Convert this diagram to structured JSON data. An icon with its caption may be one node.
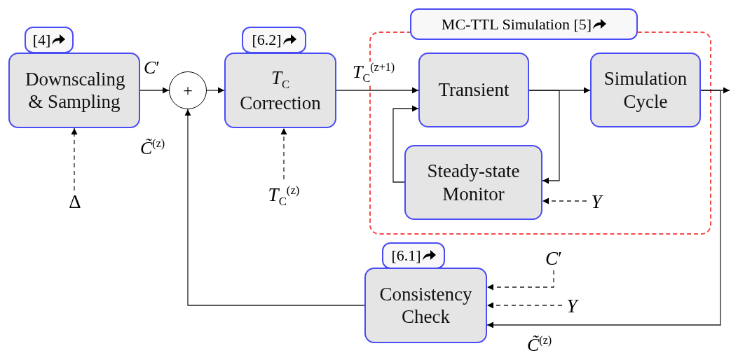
{
  "diagram": {
    "nodes": [
      {
        "text": [
          "[4]",
          "Downscaling & Sampling"
        ]
      },
      {
        "text": [
          "+"
        ]
      },
      {
        "text": [
          "[6.2]",
          "*T*$_{C}$ Correction"
        ]
      },
      {
        "text": [
          "MC-TTL Simulation [5]"
        ]
      },
      {
        "text": [
          "Transient"
        ],
        "in": 3
      },
      {
        "text": [
          "Simulation Cycle"
        ],
        "in": 3
      },
      {
        "text": [
          "Steady-state Monitor"
        ],
        "in": 3
      },
      {
        "text": [
          "[6.1]",
          "Consistency Check"
        ]
      },
      {
        "text": [
          "Δ"
        ]
      },
      {
        "text": [
          "*T*$_{C}$$^{(z)}$"
        ]
      },
      {
        "text": [
          "*Y*"
        ],
        "in": 3
      },
      {
        "text": [
          "*C*′"
        ]
      },
      {
        "text": [
          "*Y*"
        ]
      }
    ],
    "edges": [
      {
        "from": 0,
        "to": 1,
        "arrow": "to",
        "label": "*C*′"
      },
      {
        "from": 1,
        "to": 2,
        "arrow": "to"
      },
      {
        "from": 2,
        "to": 4,
        "arrow": "to",
        "label": "*T*$_{C}$$^{(z+1)}$"
      },
      {
        "from": 4,
        "to": 5,
        "arrow": "to"
      },
      {
        "from": 4,
        "to": 6,
        "arrow": "to"
      },
      {
        "from": 6,
        "to": 4,
        "arrow": "to"
      },
      {
        "from": 5,
        "to": null,
        "arrow": "to"
      },
      {
        "from": 5,
        "to": 7,
        "arrow": "to",
        "label": "*C̃*$^{(z)}$"
      },
      {
        "from": 7,
        "to": 1,
        "arrow": "to",
        "label": "*C̃*$^{(z)}$"
      },
      {
        "from": 8,
        "to": 0,
        "arrow": "to",
        "style": "dashed"
      },
      {
        "from": 9,
        "to": 2,
        "arrow": "to",
        "style": "dashed"
      },
      {
        "from": 10,
        "to": 6,
        "arrow": "to",
        "style": "dashed"
      },
      {
        "from": 11,
        "to": 7,
        "arrow": "to",
        "style": "dashed"
      },
      {
        "from": 12,
        "to": 7,
        "arrow": "to",
        "style": "dashed"
      }
    ]
  }
}
